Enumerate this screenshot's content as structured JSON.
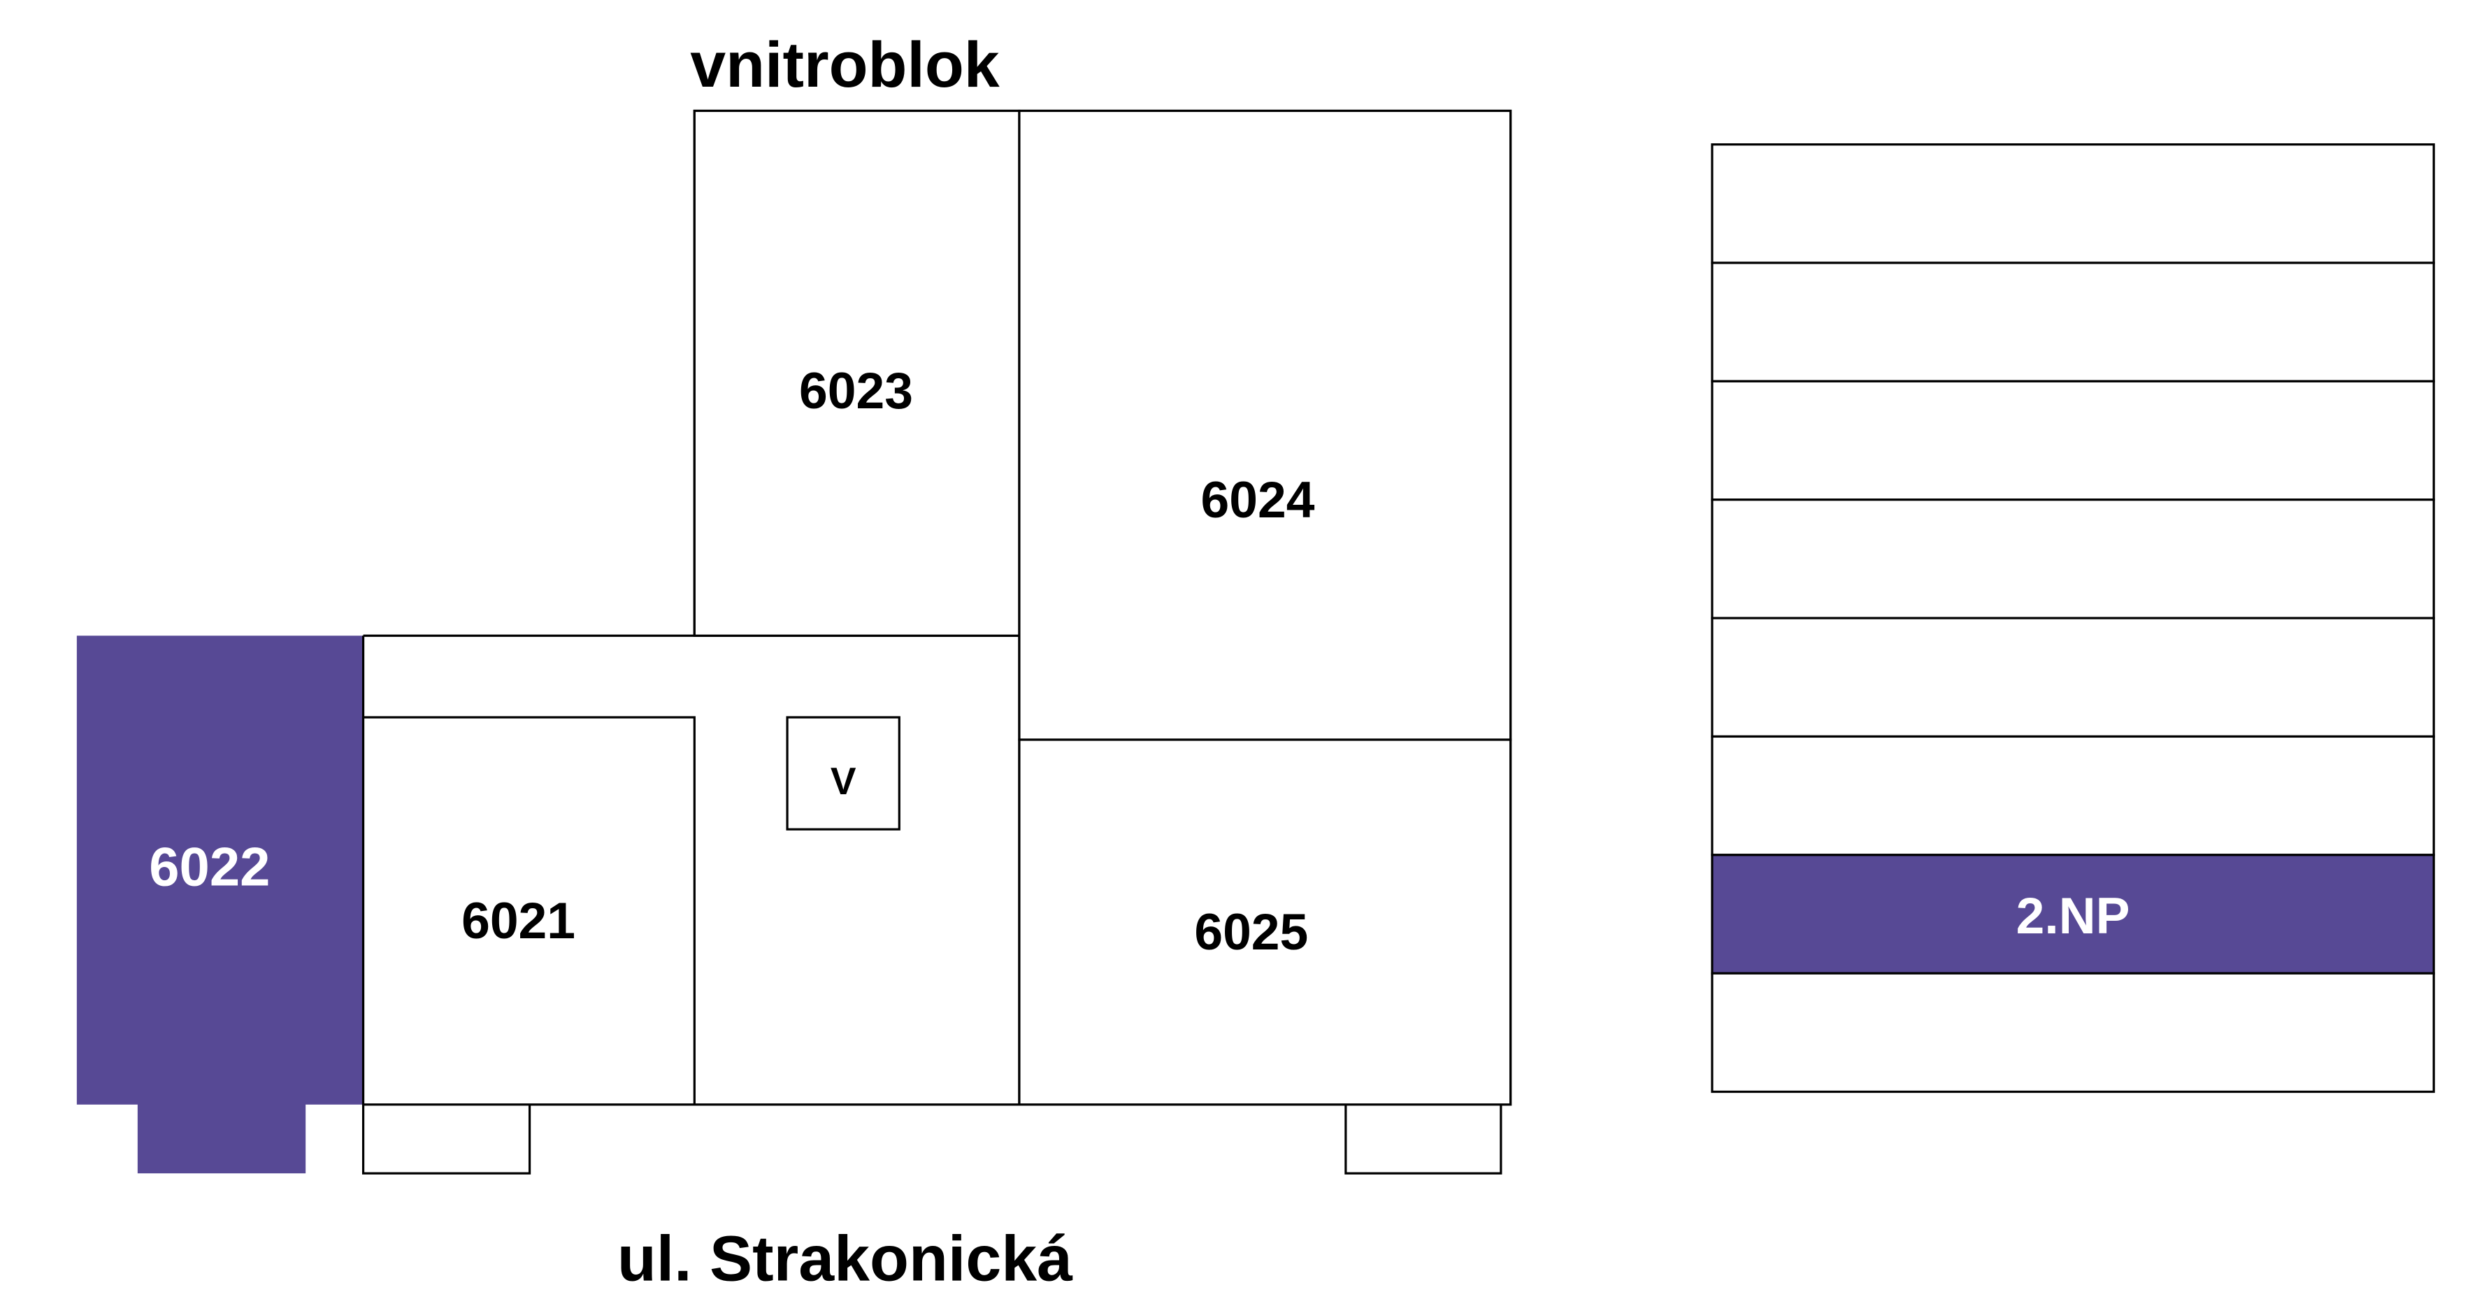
{
  "colors": {
    "highlight": "#574995",
    "stroke": "#000000",
    "background": "#ffffff",
    "highlight_text": "#ffffff",
    "text": "#000000"
  },
  "labels": {
    "top_street": "vnitroblok",
    "bottom_street": "ul. Strakonická"
  },
  "units": {
    "u6021": "6021",
    "u6022": "6022",
    "u6023": "6023",
    "u6024": "6024",
    "u6025": "6025",
    "elevator": "V"
  },
  "selected_unit": "6022",
  "floors": {
    "selected_label": "2.NP",
    "total": 8,
    "selected_index": 6
  }
}
